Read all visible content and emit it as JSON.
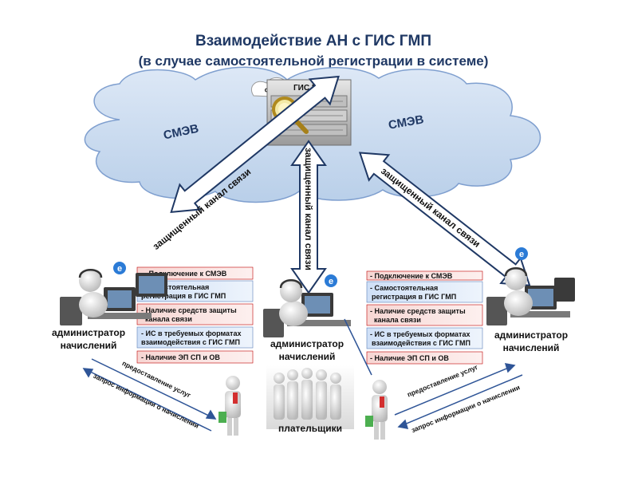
{
  "header": {
    "title": "Взаимодействие АН с ГИС ГМП",
    "subtitle": "(в случае самостоятельной регистрации в системе)"
  },
  "cloud": {
    "left_label": "СМЭВ",
    "right_label": "СМЭВ",
    "mini_cloud_label": "ФК",
    "server_label": "ГИС ГМП"
  },
  "channels": {
    "left": "защищенный канал связи",
    "center": "защищенный канал связи",
    "right": "защищенный канал связи"
  },
  "requirements_left": [
    "- Подключение к СМЭВ",
    "- Самостоятельная",
    "регистрация в ГИС ГМП",
    "- Наличие средств защиты",
    "канала связи",
    "- ИС в требуемых форматах",
    "взаимодействия с ГИС ГМП",
    "- Наличие ЭП СП и ОВ"
  ],
  "requirements_right": [
    "- Подключение к СМЭВ",
    "- Самостоятельная",
    "регистрация в ГИС ГМП",
    "- Наличие средств защиты",
    "канала связи",
    "- ИС в требуемых форматах",
    "взаимодействия с ГИС ГМП",
    "- Наличие ЭП СП и ОВ"
  ],
  "roles": {
    "admin_left_1": "администратор",
    "admin_left_2": "начислений",
    "admin_center_1": "администратор",
    "admin_center_2": "начислений",
    "admin_right_1": "администратор",
    "admin_right_2": "начислений",
    "payers": "плательщики"
  },
  "links": {
    "left_services": "предоставление услуг",
    "left_request": "запрос информации о начислении",
    "right_services": "предоставление услуг",
    "right_request": "запрос информации о начислении"
  },
  "colors": {
    "title": "#1f3864",
    "cloud_fill": "#c5d9f1",
    "cloud_stroke": "#8eaadb",
    "arrow_fill": "#ffffff",
    "arrow_stroke": "#1f3864",
    "box_pink": "#f4c7c3",
    "box_blue": "#c9daf8",
    "box_red_line": "#c00000"
  }
}
